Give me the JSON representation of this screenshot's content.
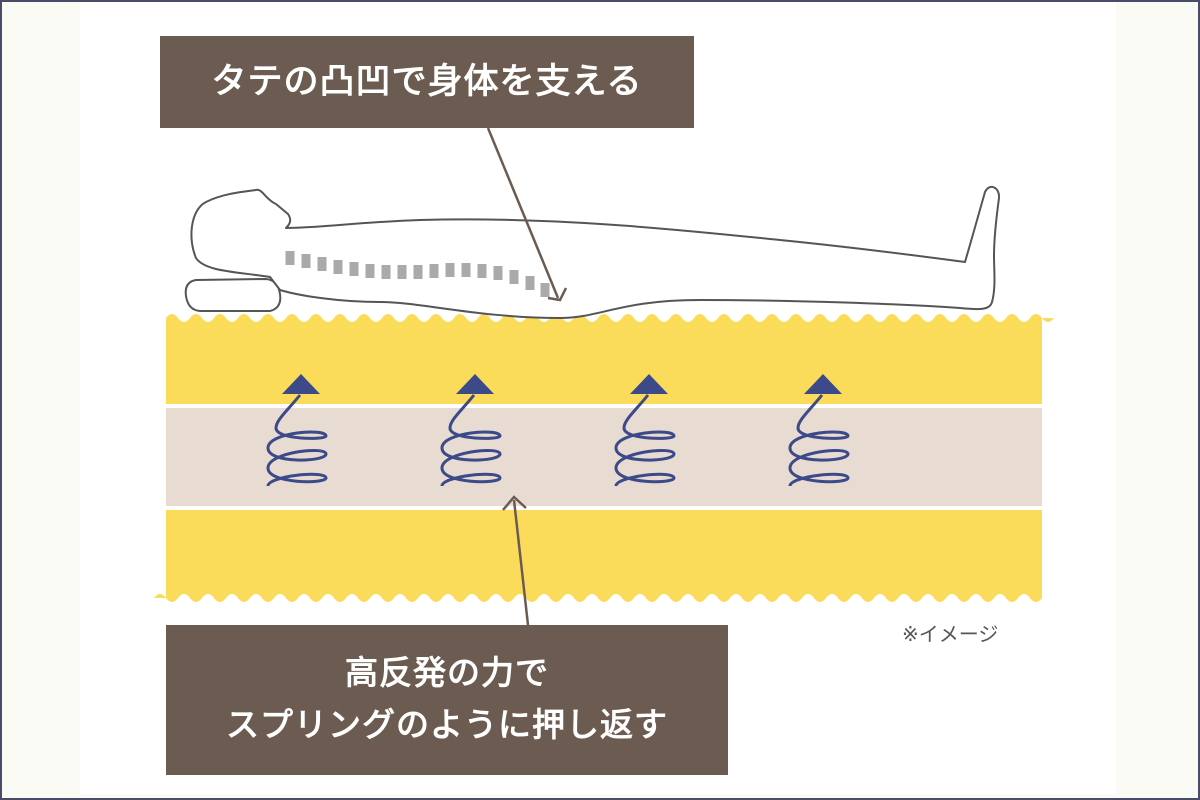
{
  "top_label": "タテの凸凹で身体を支える",
  "bottom_label": {
    "line1": "高反発の力で",
    "line2": "スプリングのように押し返す"
  },
  "note": "※イメージ",
  "colors": {
    "yellow_layer": "#fbdc5a",
    "middle_layer": "#e7dbd2",
    "label_bg": "#6b5b50",
    "spring": "#3c4a8a",
    "arrow": "#3c4a8a",
    "outline": "#555555",
    "spine_dashes": "#aaaaaa",
    "frame": "#4a4d6a"
  },
  "icons": {
    "person": "lying-person-outline",
    "pillow": "pillow-shape",
    "spring": "coil-spring-icon",
    "arrow": "up-arrow-icon"
  }
}
